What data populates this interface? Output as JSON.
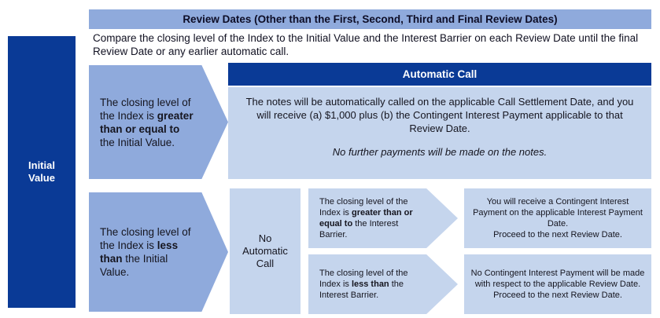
{
  "colors": {
    "dark_blue": "#0a3a96",
    "medium_blue": "#8faadc",
    "light_blue": "#c5d5ed",
    "text_dark": "#15151f",
    "text_white": "#ffffff"
  },
  "initial_value": {
    "label": "Initial\nValue"
  },
  "header": {
    "title": "Review Dates (Other than the First, Second, Third and Final Review Dates)",
    "description": "Compare the closing level of the Index to the Initial Value and the Interest Barrier on each Review Date until the final Review Date or any earlier automatic call."
  },
  "branches": {
    "greater_or_equal_initial": {
      "text_prefix": "The closing level of the Index is ",
      "text_bold": "greater than or equal to",
      "text_suffix": " the Initial Value."
    },
    "less_than_initial": {
      "text_prefix": "The closing level of the Index is ",
      "text_bold": "less than",
      "text_suffix": " the Initial Value."
    },
    "greater_or_equal_barrier": {
      "text_prefix": "The closing level of the Index is ",
      "text_bold": "greater than or equal to",
      "text_suffix": " the Interest Barrier."
    },
    "less_than_barrier": {
      "text_prefix": "The closing level of the Index is ",
      "text_bold": "less than",
      "text_suffix": " the Interest Barrier."
    }
  },
  "automatic_call": {
    "title": "Automatic Call",
    "body": "The notes will be automatically called on the applicable Call Settlement Date, and you will receive (a) $1,000 plus (b) the Contingent Interest Payment applicable to that Review Date.",
    "note": "No further payments will be made on the notes."
  },
  "no_automatic_call": {
    "label": "No\nAutomatic\nCall"
  },
  "outcomes": {
    "interest_paid": "You will receive a Contingent Interest Payment on the applicable Interest Payment Date.\nProceed to the next Review Date.",
    "no_interest": "No Contingent Interest Payment will be made with respect to the applicable Review Date.\nProceed to the next Review Date."
  }
}
